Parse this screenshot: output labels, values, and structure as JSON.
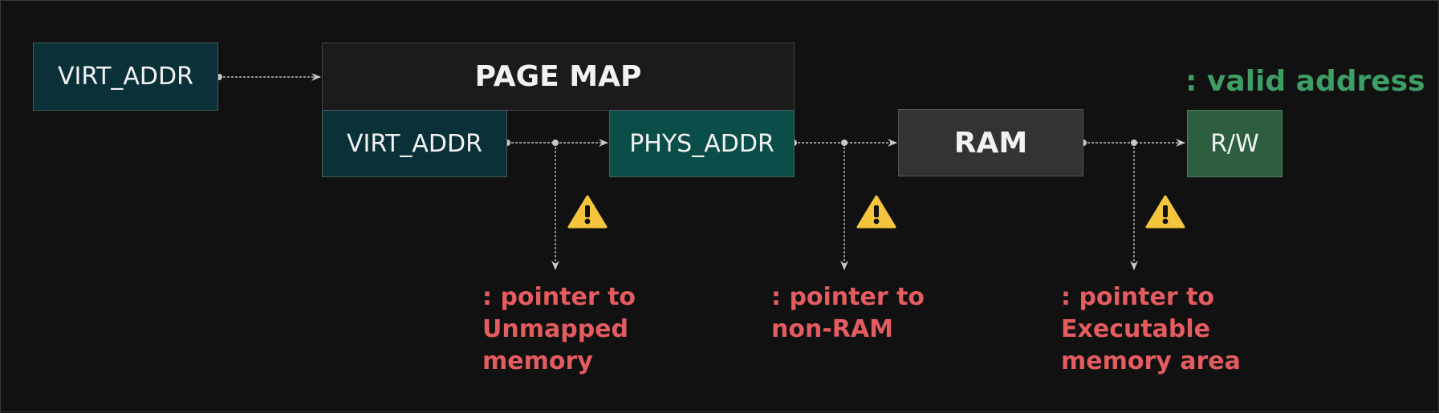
{
  "boxes": {
    "virt_addr_input": "VIRT_ADDR",
    "page_map": "PAGE MAP",
    "page_map_virt": "VIRT_ADDR",
    "page_map_phys": "PHYS_ADDR",
    "ram": "RAM",
    "rw": "R/W"
  },
  "valid_label": ": valid address",
  "errors": [
    ": pointer to\nUnmapped\nmemory",
    ": pointer to\nnon-RAM",
    ": pointer to\nExecutable\nmemory area"
  ],
  "colors": {
    "teal_dark": "#0b3138",
    "teal": "#0b4d48",
    "ram": "#333333",
    "valid_green": "#3e9e66",
    "error_red": "#e45c5f",
    "warning_yellow": "#f5c63d"
  }
}
